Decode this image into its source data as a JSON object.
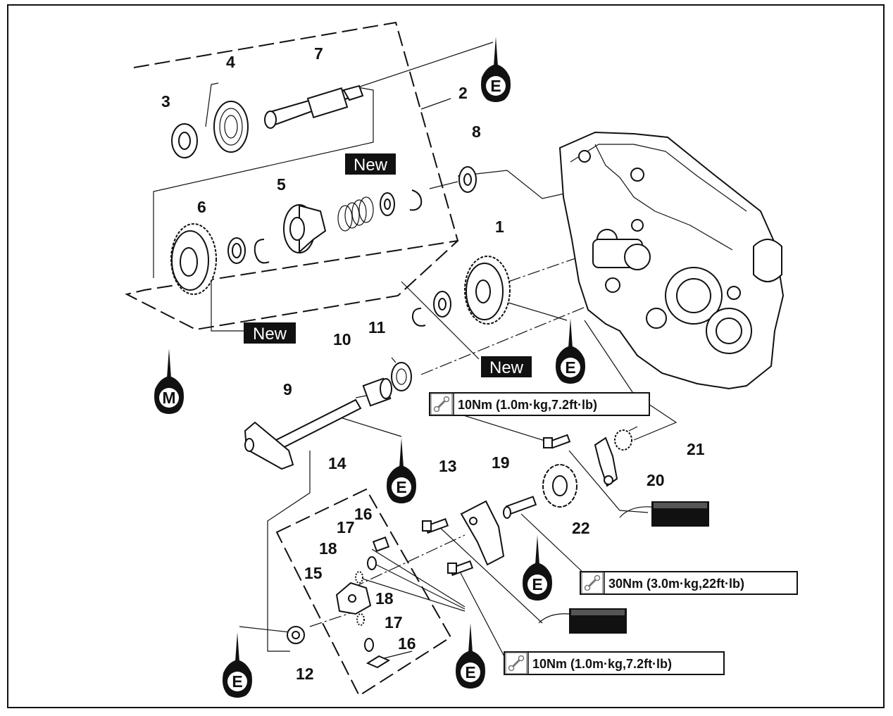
{
  "diagram": {
    "part_numbers": {
      "p1": "1",
      "p2": "2",
      "p3": "3",
      "p4": "4",
      "p5": "5",
      "p6": "6",
      "p7": "7",
      "p8": "8",
      "p9": "9",
      "p10": "10",
      "p11": "11",
      "p12": "12",
      "p13": "13",
      "p14": "14",
      "p15": "15",
      "p16a": "16",
      "p16b": "16",
      "p17a": "17",
      "p17b": "17",
      "p18a": "18",
      "p18b": "18",
      "p19": "19",
      "p20": "20",
      "p21": "21",
      "p22": "22"
    },
    "new_labels": {
      "n1": "New",
      "n2": "New",
      "n3": "New"
    },
    "lube_labels": {
      "e1": "E",
      "e2": "E",
      "e3": "E",
      "e4": "E",
      "e5": "E",
      "e6": "E",
      "m1": "M"
    },
    "torque_specs": {
      "t1": "10Nm (1.0m·kg,7.2ft·lb)",
      "t2": "30Nm (3.0m·kg,22ft·lb)",
      "t3": "10Nm (1.0m·kg,7.2ft·lb)"
    }
  }
}
